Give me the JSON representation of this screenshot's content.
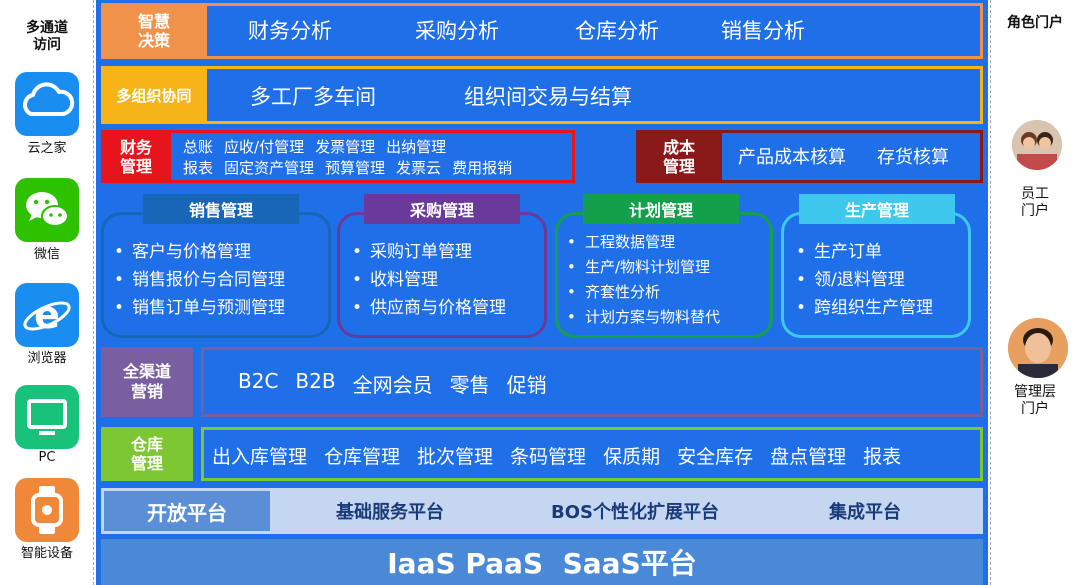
{
  "left": {
    "title": "多通道访问",
    "title_line1": "多通道",
    "title_line2": "访问",
    "channels": [
      {
        "label": "云之家",
        "icon": "cloud-icon",
        "color": "#1a8ef0"
      },
      {
        "label": "微信",
        "icon": "wechat-icon",
        "color": "#2dc100"
      },
      {
        "label": "浏览器",
        "icon": "browser-e-icon",
        "color": "#1a8ef0"
      },
      {
        "label": "PC",
        "icon": "monitor-icon",
        "color": "#18c27a"
      },
      {
        "label": "智能设备",
        "icon": "watch-icon",
        "color": "#f0883a"
      }
    ]
  },
  "right": {
    "title": "角色门户",
    "portals": [
      {
        "label_line1": "员工",
        "label_line2": "门户",
        "icon": "employee-avatar"
      },
      {
        "label_line1": "管理层",
        "label_line2": "门户",
        "icon": "manager-avatar"
      }
    ]
  },
  "rows": {
    "smart": {
      "tag_line1": "智慧",
      "tag_line2": "决策",
      "items": [
        "财务分析",
        "采购分析",
        "仓库分析",
        "销售分析"
      ],
      "color": "#f0924a"
    },
    "multi_org": {
      "tag": "多组织协同",
      "items": [
        "多工厂多车间",
        "组织间交易与结算"
      ],
      "color": "#f7b418"
    },
    "finance": {
      "tag_line1": "财务",
      "tag_line2": "管理",
      "line1": [
        "总账",
        "应收/付管理",
        "发票管理",
        "出纳管理"
      ],
      "line2": [
        "报表",
        "固定资产管理",
        "预算管理",
        "发票云",
        "费用报销"
      ],
      "color": "#e8141c"
    },
    "cost": {
      "tag_line1": "成本",
      "tag_line2": "管理",
      "items": [
        "产品成本核算",
        "存货核算"
      ],
      "color": "#8a1a1a"
    },
    "modules": [
      {
        "title": "销售管理",
        "color": "#1766b8",
        "items": [
          "客户与价格管理",
          "销售报价与合同管理",
          "销售订单与预测管理"
        ]
      },
      {
        "title": "采购管理",
        "color": "#6a3a9a",
        "items": [
          "采购订单管理",
          "收料管理",
          "供应商与价格管理"
        ]
      },
      {
        "title": "计划管理",
        "color": "#14a04a",
        "items": [
          "工程数据管理",
          "生产/物料计划管理",
          "齐套性分析",
          "计划方案与物料替代"
        ]
      },
      {
        "title": "生产管理",
        "color": "#3ec8ee",
        "items": [
          "生产订单",
          "领/退料管理",
          "跨组织生产管理"
        ]
      }
    ],
    "marketing": {
      "tag_line1": "全渠道",
      "tag_line2": "营销",
      "items": [
        "B2C",
        "B2B",
        "全网会员",
        "零售",
        "促销"
      ],
      "color": "#7a5fa0"
    },
    "warehouse": {
      "tag_line1": "仓库",
      "tag_line2": "管理",
      "items": [
        "出入库管理",
        "仓库管理",
        "批次管理",
        "条码管理",
        "保质期",
        "安全库存",
        "盘点管理",
        "报表"
      ],
      "color": "#7dc832"
    },
    "platform": {
      "items": [
        "开放平台",
        "基础服务平台",
        "BOS个性化扩展平台",
        "集成平台"
      ]
    },
    "bottom": {
      "label": "IaaS PaaS  SaaS平台"
    }
  }
}
